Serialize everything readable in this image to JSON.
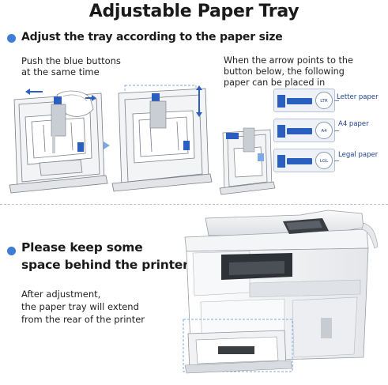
{
  "title": "Adjustable Paper Tray",
  "section1": {
    "heading": "Adjust the tray according to the paper size",
    "caption_left_line1": "Push the blue buttons",
    "caption_left_line2": "at the same time",
    "caption_right_line1": "When the arrow points to the",
    "caption_right_line2": "button below, the following",
    "caption_right_line3": "paper can be placed in",
    "paper_sizes": [
      {
        "label": "Letter paper",
        "dial": "LTR"
      },
      {
        "label": "A4 paper",
        "dial": "A4"
      },
      {
        "label": "Legal paper",
        "dial": "LGL"
      }
    ]
  },
  "section2": {
    "heading_line1": "Please keep some",
    "heading_line2": "space behind the printer",
    "caption_line1": "After adjustment,",
    "caption_line2": "the paper tray will extend",
    "caption_line3": "from the rear of the printer"
  },
  "colors": {
    "accent": "#3d7dd8",
    "button_blue": "#2b5fbf",
    "line": "#7a7f86"
  }
}
